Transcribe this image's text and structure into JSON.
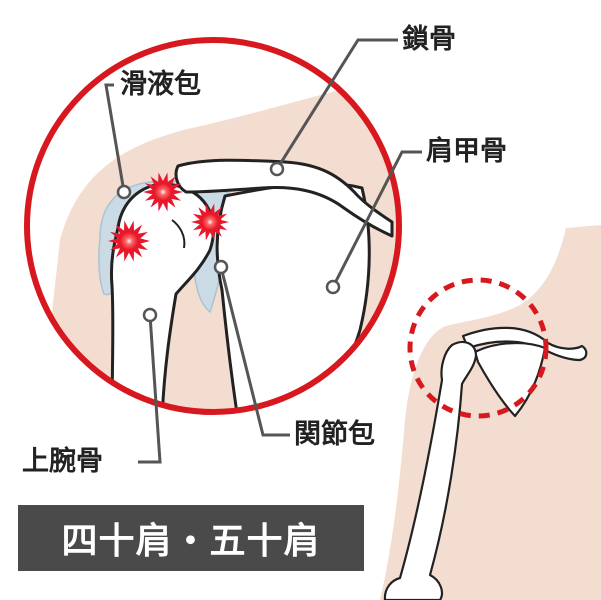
{
  "callouts": {
    "clavicle": "鎖骨",
    "bursa": "滑液包",
    "scapula": "肩甲骨",
    "humerus": "上腕骨",
    "joint_capsule": "関節包"
  },
  "title": "四十肩・五十肩",
  "colors": {
    "highlight_ring": "#d7191f",
    "skin": "#f3ddd0",
    "bone_fill": "#ffffff",
    "bone_outline": "#222222",
    "capsule": "#c9dbe7",
    "pain_marker": "#e8182a",
    "leader_line": "#555555",
    "title_bg": "#4a4a4a",
    "title_text": "#ffffff"
  },
  "icons": [
    "pain-burst-icon"
  ]
}
